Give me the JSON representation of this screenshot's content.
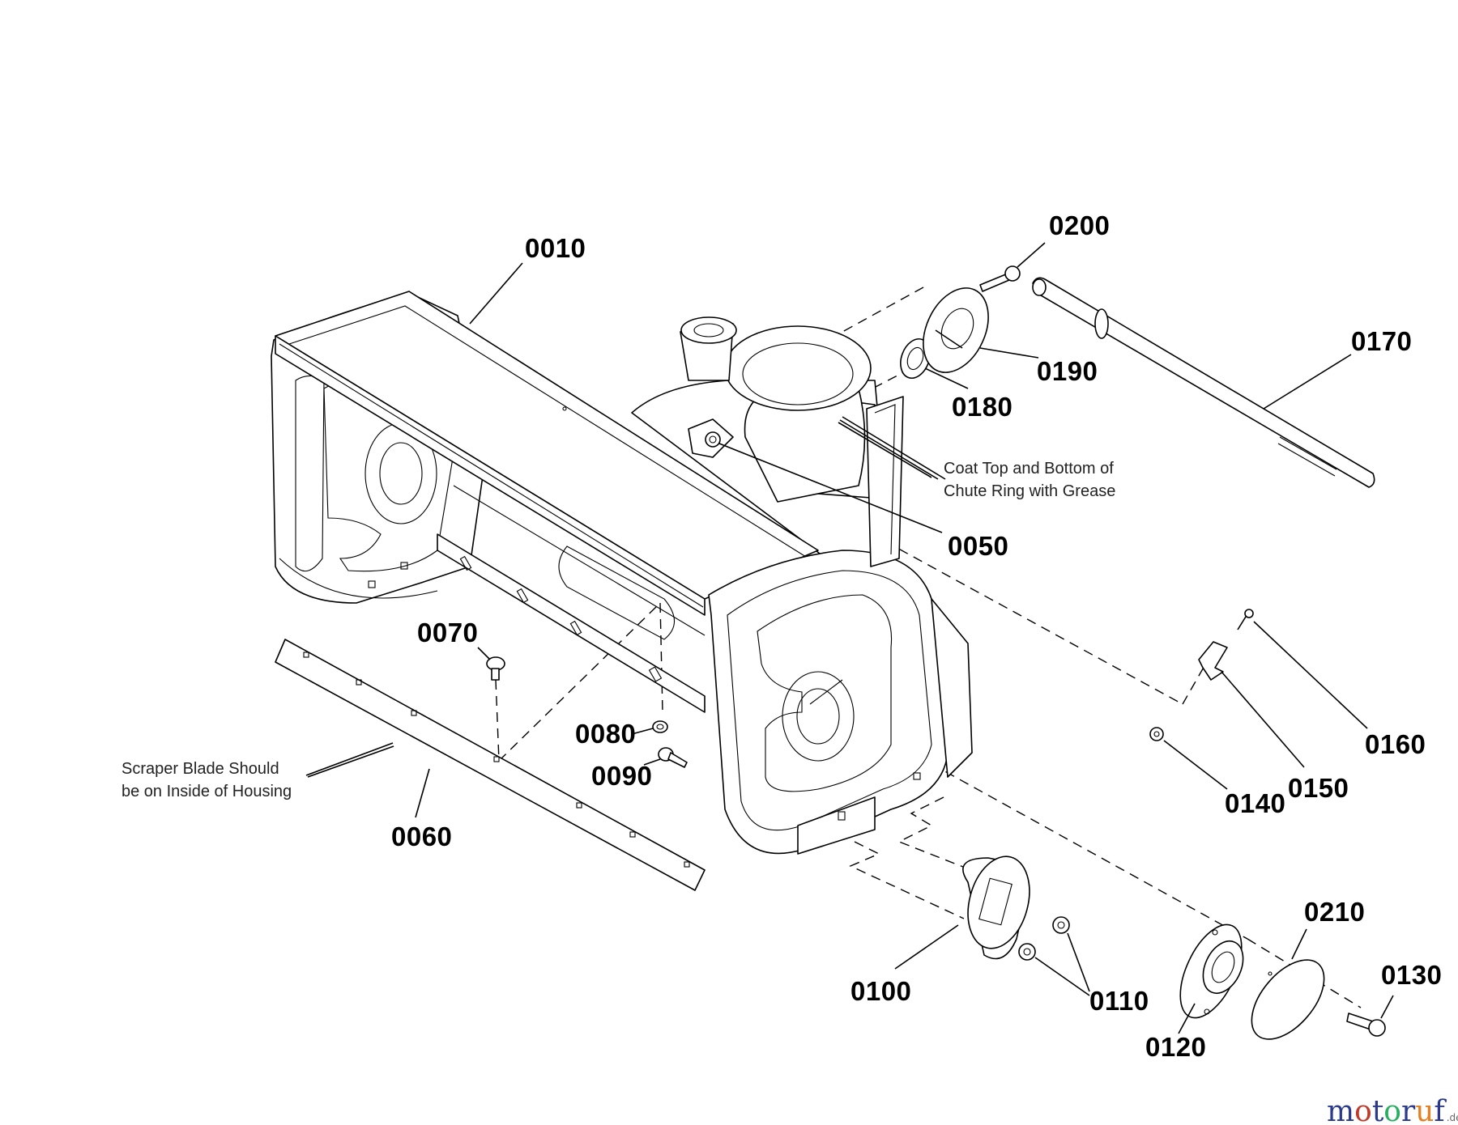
{
  "parts": [
    {
      "id": "p0010",
      "number": "0010"
    },
    {
      "id": "p0050",
      "number": "0050"
    },
    {
      "id": "p0060",
      "number": "0060"
    },
    {
      "id": "p0070",
      "number": "0070"
    },
    {
      "id": "p0080",
      "number": "0080"
    },
    {
      "id": "p0090",
      "number": "0090"
    },
    {
      "id": "p0100",
      "number": "0100"
    },
    {
      "id": "p0110",
      "number": "0110"
    },
    {
      "id": "p0120",
      "number": "0120"
    },
    {
      "id": "p0130",
      "number": "0130"
    },
    {
      "id": "p0140",
      "number": "0140"
    },
    {
      "id": "p0150",
      "number": "0150"
    },
    {
      "id": "p0160",
      "number": "0160"
    },
    {
      "id": "p0170",
      "number": "0170"
    },
    {
      "id": "p0180",
      "number": "0180"
    },
    {
      "id": "p0190",
      "number": "0190"
    },
    {
      "id": "p0200",
      "number": "0200"
    },
    {
      "id": "p0210",
      "number": "0210"
    }
  ],
  "notes": {
    "chute_line1": "Coat Top and Bottom of",
    "chute_line2": "Chute Ring with Grease",
    "scraper_line1": "Scraper Blade Should",
    "scraper_line2": "be on Inside of Housing"
  },
  "watermark": {
    "brand": "motoruf",
    "suffix": ".de",
    "colors": {
      "m": "#2b3a8c",
      "o1": "#c0392b",
      "t": "#2b3a8c",
      "o2": "#27ae60",
      "r": "#2b3a8c",
      "u": "#e67e22",
      "f": "#2b3a8c"
    }
  }
}
